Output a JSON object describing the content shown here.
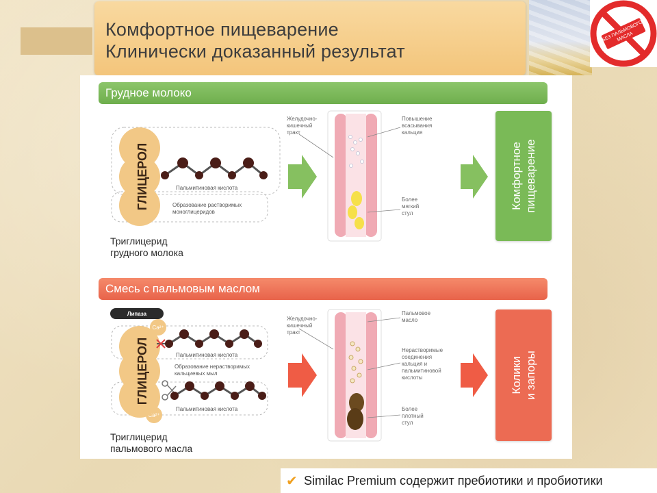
{
  "title": {
    "line1": "Комфортное пищеварение",
    "line2": "Клинически доказанный результат"
  },
  "badge": {
    "text_line1": "БЕЗ ПАЛЬМОВОГО",
    "text_line2": "МАСЛА",
    "color": "#e32b2b",
    "icon": "no-palm-oil-badge-icon"
  },
  "breast_milk": {
    "header": "Грудное молоко",
    "glycerol": "ГЛИЦЕРОЛ",
    "acid_label": "Пальмитиновая кислота",
    "formation_line1": "Образование растворимых",
    "formation_line2": "моноглицеридов",
    "caption_line1": "Триглицерид",
    "caption_line2": "грудного молока",
    "gi_label_line1": "Желудочно-",
    "gi_label_line2": "кишечный",
    "gi_label_line3": "тракт",
    "calcium_line1": "Повышение",
    "calcium_line2": "всасывания",
    "calcium_line3": "кальция",
    "stool_line1": "Более",
    "stool_line2": "мягкий",
    "stool_line3": "стул",
    "result_line1": "Комфортное",
    "result_line2": "пищеварение",
    "color": "#7aba57"
  },
  "palm_oil": {
    "header": "Смесь с пальмовым маслом",
    "lipase": "Липаза",
    "calcium_ion": "Ca²⁺",
    "glycerol": "ГЛИЦЕРОЛ",
    "acid_label_top": "Пальмитиновая кислота",
    "acid_label_bottom": "Пальмитиновая кислота",
    "formation_line1": "Образование нерастворимых",
    "formation_line2": "кальциевых мыл",
    "caption_line1": "Триглицерид",
    "caption_line2": "пальмового масла",
    "gi_label_line1": "Желудочно-",
    "gi_label_line2": "кишечный",
    "gi_label_line3": "тракт",
    "oil_line1": "Пальмовое",
    "oil_line2": "масло",
    "insoluble_line1": "Нерастворимые",
    "insoluble_line2": "соединения",
    "insoluble_line3": "кальция и",
    "insoluble_line4": "пальмитиновой",
    "insoluble_line5": "кислоты",
    "stool_line1": "Более",
    "stool_line2": "плотный",
    "stool_line3": "стул",
    "result_line1": "Колики",
    "result_line2": "и запоры",
    "color": "#ec6b53"
  },
  "footer": {
    "check": "✔",
    "text": "Similac Premium содержит пребиотики и пробиотики"
  }
}
